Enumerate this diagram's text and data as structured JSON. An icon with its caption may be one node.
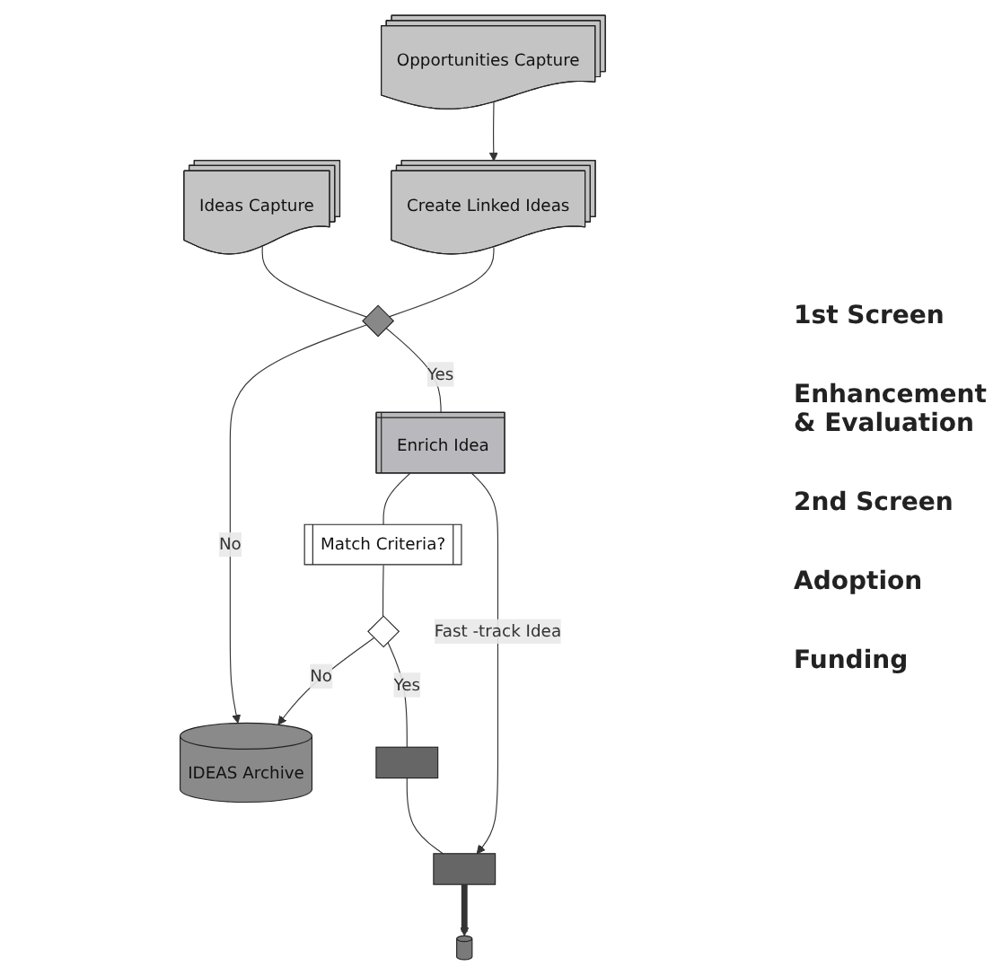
{
  "diagram": {
    "nodes": [
      {
        "text": [
          "Opportunities Capture"
        ]
      },
      {
        "text": [
          "Ideas Capture"
        ]
      },
      {
        "text": [
          "Create Linked Ideas"
        ]
      },
      {
        "text": [],
        "shape": "diamond"
      },
      {
        "text": [
          "Enrich Idea"
        ]
      },
      {
        "text": [
          "Match Criteria?"
        ]
      },
      {
        "text": [],
        "shape": "diamond"
      },
      {
        "text": [
          "IDEAS Archive"
        ]
      },
      {
        "text": [],
        "shape": "box"
      },
      {
        "text": [],
        "shape": "box"
      },
      {
        "text": [],
        "shape": "cylinder"
      }
    ],
    "edges": [
      {
        "from": 0,
        "to": 2,
        "arrow": "to"
      },
      {
        "from": 1,
        "to": 3,
        "arrow": "none"
      },
      {
        "from": 2,
        "to": 3,
        "arrow": "none"
      },
      {
        "from": 3,
        "to": 7,
        "arrow": "to",
        "label": "No"
      },
      {
        "from": 3,
        "to": 4,
        "arrow": "none",
        "label": "Yes"
      },
      {
        "from": 4,
        "to": 5,
        "arrow": "none"
      },
      {
        "from": 4,
        "to": 9,
        "arrow": "to",
        "label": "Fast -track Idea"
      },
      {
        "from": 5,
        "to": 6,
        "arrow": "none"
      },
      {
        "from": 6,
        "to": 7,
        "arrow": "to",
        "label": "No"
      },
      {
        "from": 6,
        "to": 8,
        "arrow": "none",
        "label": "Yes"
      },
      {
        "from": 8,
        "to": 9,
        "arrow": "none"
      },
      {
        "from": 9,
        "to": 10,
        "arrow": "to",
        "style": "thick"
      }
    ],
    "labels": [
      "1st Screen",
      "Enhancement & Evaluation",
      "2nd Screen",
      "Adoption",
      "Funding"
    ]
  }
}
